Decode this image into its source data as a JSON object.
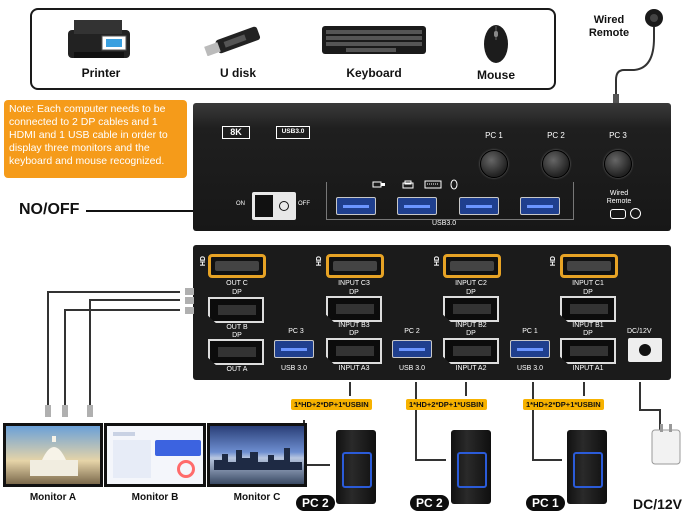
{
  "peripherals": {
    "items": [
      {
        "label": "Printer",
        "icon": "printer-icon"
      },
      {
        "label": "U disk",
        "icon": "usb-drive-icon"
      },
      {
        "label": "Keyboard",
        "icon": "keyboard-icon"
      },
      {
        "label": "Mouse",
        "icon": "mouse-icon"
      }
    ]
  },
  "remote": {
    "label_line1": "Wired",
    "label_line2": "Remote"
  },
  "note": {
    "text": "Note: Each computer needs to be connected to 2 DP cables and 1 HDMI and 1 USB cable in order to display three monitors and the keyboard and mouse recognized."
  },
  "power": {
    "label": "NO/OFF",
    "on": "ON",
    "off": "OFF"
  },
  "top_panel": {
    "badge_8k": "8K",
    "badge_usb": "USB3.0",
    "pc1": "PC 1",
    "pc2": "PC 2",
    "pc3": "PC 3",
    "remote_port_line1": "Wired",
    "remote_port_line2": "Remote",
    "usb_label": "USB3.0"
  },
  "back_panel": {
    "hd": "HD",
    "dp": "DP",
    "out_c": "OUT C",
    "out_b": "OUT B",
    "out_a": "OUT A",
    "input_c3": "INPUT C3",
    "input_b3": "INPUT B3",
    "input_a3": "INPUT A3",
    "input_c2": "INPUT C2",
    "input_b2": "INPUT B2",
    "input_a2": "INPUT A2",
    "input_c1": "INPUT C1",
    "input_b1": "INPUT B1",
    "input_a1": "INPUT A1",
    "pc3": "PC 3",
    "pc2": "PC 2",
    "pc1": "PC 1",
    "usb30": "USB 3.0",
    "dc_label": "DC/12V"
  },
  "cable_tag": "1*HD+2*DP+1*USBIN",
  "pcs": {
    "left": "PC 2",
    "middle": "PC 2",
    "right": "PC 1"
  },
  "monitors": {
    "a": "Monitor A",
    "b": "Monitor B",
    "c": "Monitor C"
  },
  "dc_bottom": "DC/12V",
  "colors": {
    "accent_orange": "#f59b1a",
    "hdmi_gold": "#e7a325",
    "usb_blue": "#1f3f8e",
    "tag_yellow": "#f7b200"
  }
}
